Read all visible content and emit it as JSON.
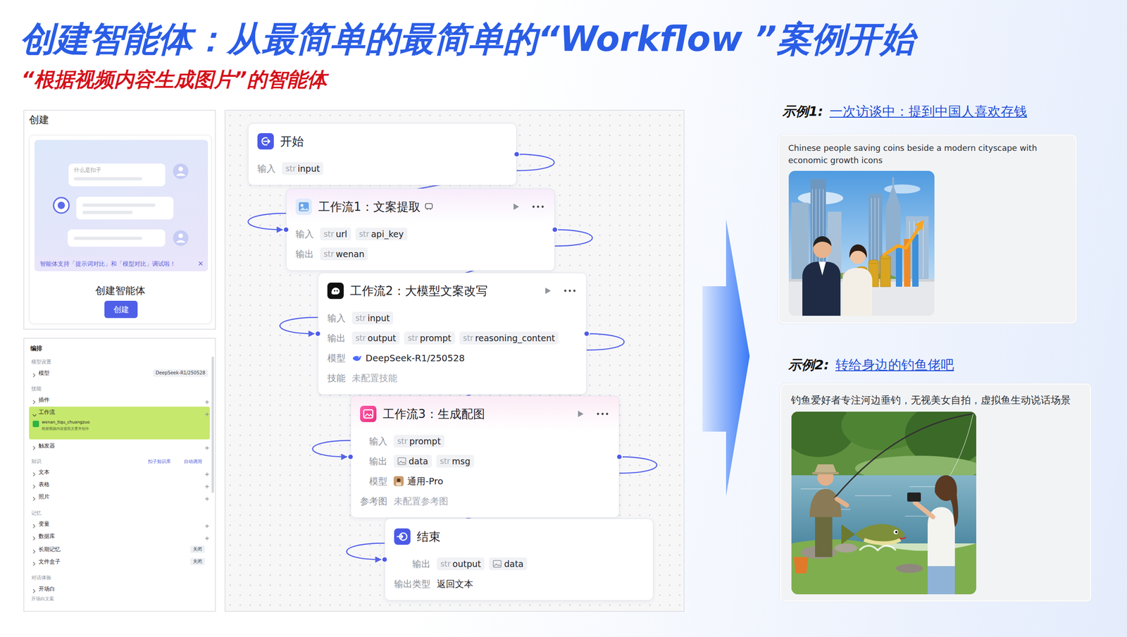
{
  "diagram": {
    "title": "创建智能体：从最简单的最简单的“Workflow ”案例开始",
    "nodes": [
      {
        "text": [
          "创建"
        ]
      },
      {
        "text": [
          "创建智能体"
        ],
        "in": 0
      },
      {
        "text": [
          "什么是扣子"
        ],
        "in": 1
      },
      {
        "text": [
          "智能体支持「提示词对比」和「模型对比」调试啦！",
          "×"
        ],
        "in": 1
      },
      {
        "text": [
          "创建"
        ],
        "in": 1
      },
      {
        "text": [
          "编排",
          "模型设置",
          "模型",
          "DeepSeek-R1/250528",
          "技能",
          "插件",
          "触发器",
          "知识",
          "扣子知识库",
          "自动调用",
          "文本",
          "表格",
          "照片",
          "记忆",
          "变量",
          "数据库",
          "长期记忆",
          "关闭",
          "文件盒子",
          "关闭",
          "对话体验",
          "开场白",
          "开场白文案"
        ]
      },
      {
        "text": [
          "工作流",
          "wenan_tiqu_chuangzuo",
          "根据视频内容提取文案并创作"
        ],
        "in": 5
      },
      {
        "text": [
          "开始",
          "输入",
          "str",
          "input"
        ]
      },
      {
        "text": [
          "工作流1：文案提取",
          "输入",
          "str",
          "url",
          "str",
          "api_key",
          "输出",
          "str",
          "wenan"
        ]
      },
      {
        "text": [
          "工作流2：大模型文案改写",
          "输入",
          "str",
          "input",
          "输出",
          "str",
          "output",
          "str",
          "prompt",
          "str",
          "reasoning_content",
          "模型",
          "DeepSeek-R1/250528",
          "技能",
          "未配置技能"
        ]
      },
      {
        "text": [
          "工作流3：生成配图",
          "输入",
          "str",
          "prompt",
          "输出",
          "data",
          "str",
          "msg",
          "模型",
          "通用-Pro",
          "参考图",
          "未配置参考图"
        ]
      },
      {
        "text": [
          "结束",
          "输出",
          "str",
          "output",
          "data",
          "输出类型",
          "返回文本"
        ]
      },
      {
        "text": [
          "Chinese people saving coins beside a modern cityscape with economic growth icons"
        ]
      },
      {
        "text": [
          "钓鱼爱好者专注河边垂钓，无视美女自拍，虚拟鱼生动说话场景"
        ]
      }
    ],
    "edges": [
      {
        "from": 7,
        "to": 8,
        "arrow": "to"
      },
      {
        "from": 8,
        "to": 9,
        "arrow": "to"
      },
      {
        "from": 9,
        "to": 10,
        "arrow": "to"
      },
      {
        "from": 10,
        "to": 11,
        "arrow": "to"
      }
    ],
    "labels": [
      "“根据视频内容生成图片”的智能体",
      "示例1:",
      "一次访谈中：提到中国人喜欢存钱",
      "示例2:",
      "转给身边的钓鱼佬吧"
    ]
  }
}
